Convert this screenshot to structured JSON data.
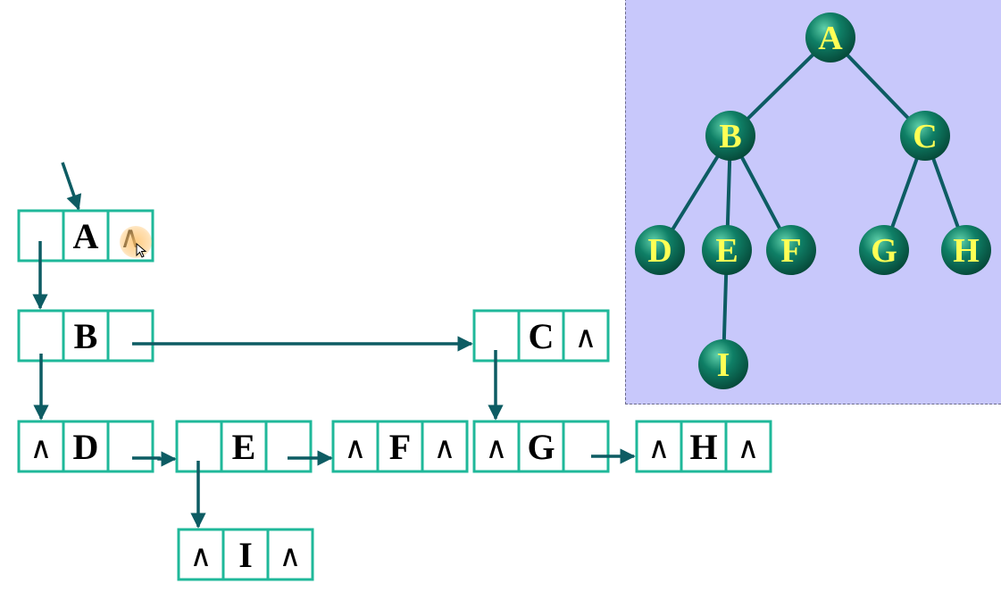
{
  "tree": {
    "nodes": [
      {
        "id": "A",
        "label": "A"
      },
      {
        "id": "B",
        "label": "B"
      },
      {
        "id": "C",
        "label": "C"
      },
      {
        "id": "D",
        "label": "D"
      },
      {
        "id": "E",
        "label": "E"
      },
      {
        "id": "F",
        "label": "F"
      },
      {
        "id": "G",
        "label": "G"
      },
      {
        "id": "H",
        "label": "H"
      },
      {
        "id": "I",
        "label": "I"
      }
    ],
    "edges": [
      [
        "A",
        "B"
      ],
      [
        "A",
        "C"
      ],
      [
        "B",
        "D"
      ],
      [
        "B",
        "E"
      ],
      [
        "B",
        "F"
      ],
      [
        "E",
        "I"
      ],
      [
        "C",
        "G"
      ],
      [
        "C",
        "H"
      ]
    ],
    "colors": {
      "panel_bg": "#c8c8fb",
      "node_fill": "#0f7f66",
      "node_dark": "#064a3a",
      "node_text": "#ffff55",
      "edge": "#0d5c63"
    }
  },
  "nodes": [
    {
      "id": "A",
      "cells": [
        "",
        "A",
        "∧"
      ]
    },
    {
      "id": "B",
      "cells": [
        "",
        "B",
        ""
      ]
    },
    {
      "id": "C",
      "cells": [
        "",
        "C",
        "∧"
      ]
    },
    {
      "id": "D",
      "cells": [
        "∧",
        "D",
        ""
      ]
    },
    {
      "id": "E",
      "cells": [
        "",
        "E",
        ""
      ]
    },
    {
      "id": "F",
      "cells": [
        "∧",
        "F",
        "∧"
      ]
    },
    {
      "id": "G",
      "cells": [
        "∧",
        "G",
        ""
      ]
    },
    {
      "id": "H",
      "cells": [
        "∧",
        "H",
        "∧"
      ]
    },
    {
      "id": "I",
      "cells": [
        "∧",
        "I",
        "∧"
      ]
    }
  ],
  "colors": {
    "box_border": "#1fb89a",
    "arrow": "#0d5c63"
  }
}
